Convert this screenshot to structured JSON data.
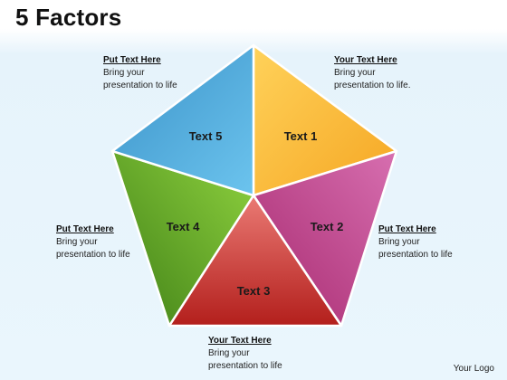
{
  "title": "5 Factors",
  "segments": [
    {
      "label": "Text 1",
      "color": "#f7bb33"
    },
    {
      "label": "Text 2",
      "color": "#c2458f"
    },
    {
      "label": "Text 3",
      "color": "#c9322f"
    },
    {
      "label": "Text 4",
      "color": "#6fb22a"
    },
    {
      "label": "Text 5",
      "color": "#4aa6d6"
    }
  ],
  "callouts": [
    {
      "heading": "Your Text Here",
      "line1": "Bring your",
      "line2": "presentation to life."
    },
    {
      "heading": "Put Text Here",
      "line1": "Bring your",
      "line2": "presentation to life"
    },
    {
      "heading": "Your Text Here",
      "line1": "Bring your",
      "line2": "presentation to life"
    },
    {
      "heading": "Put Text Here",
      "line1": "Bring your",
      "line2": "presentation to life"
    },
    {
      "heading": "Put Text Here",
      "line1": "Bring your",
      "line2": "presentation to life"
    }
  ],
  "logo": "Your Logo"
}
